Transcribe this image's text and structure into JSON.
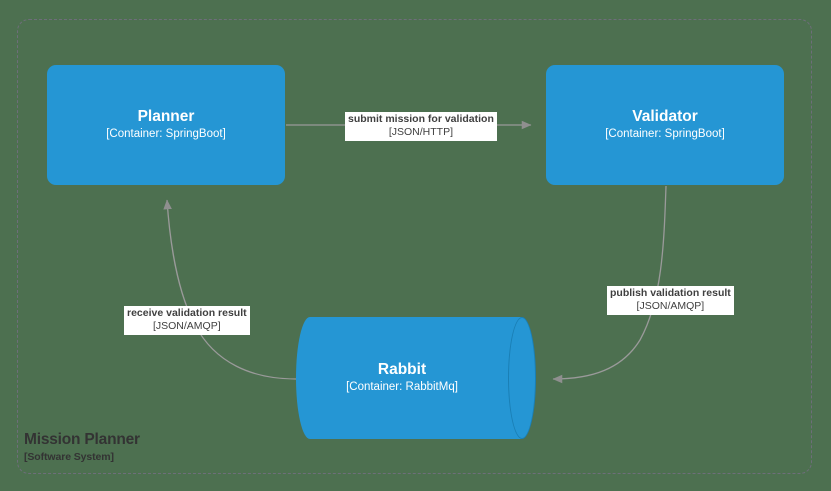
{
  "diagram": {
    "type": "c4-container-diagram",
    "background_color": "#4d7050",
    "boundary": {
      "title": "Mission Planner",
      "subtitle": "[Software System]",
      "style": "dashed",
      "color": "#6e6e7a"
    },
    "node_color": "#2596d4",
    "node_text_color": "#ffffff",
    "edge_color": "#9a9a9a",
    "label_text_color": "#404040"
  },
  "nodes": [
    {
      "id": "planner",
      "name": "Planner",
      "technology": "[Container: SpringBoot]",
      "shape": "rounded-rectangle"
    },
    {
      "id": "validator",
      "name": "Validator",
      "technology": "[Container: SpringBoot]",
      "shape": "rounded-rectangle"
    },
    {
      "id": "rabbit",
      "name": "Rabbit",
      "technology": "[Container: RabbitMq]",
      "shape": "cylinder"
    }
  ],
  "edges": [
    {
      "id": "submit",
      "from": "planner",
      "to": "validator",
      "label": "submit mission for validation",
      "technology": "[JSON/HTTP]",
      "style": "straight"
    },
    {
      "id": "publish",
      "from": "validator",
      "to": "rabbit",
      "label": "publish validation result",
      "technology": "[JSON/AMQP]",
      "style": "curved"
    },
    {
      "id": "receive",
      "from": "rabbit",
      "to": "planner",
      "label": "receive validation result",
      "technology": "[JSON/AMQP]",
      "style": "curved"
    }
  ]
}
